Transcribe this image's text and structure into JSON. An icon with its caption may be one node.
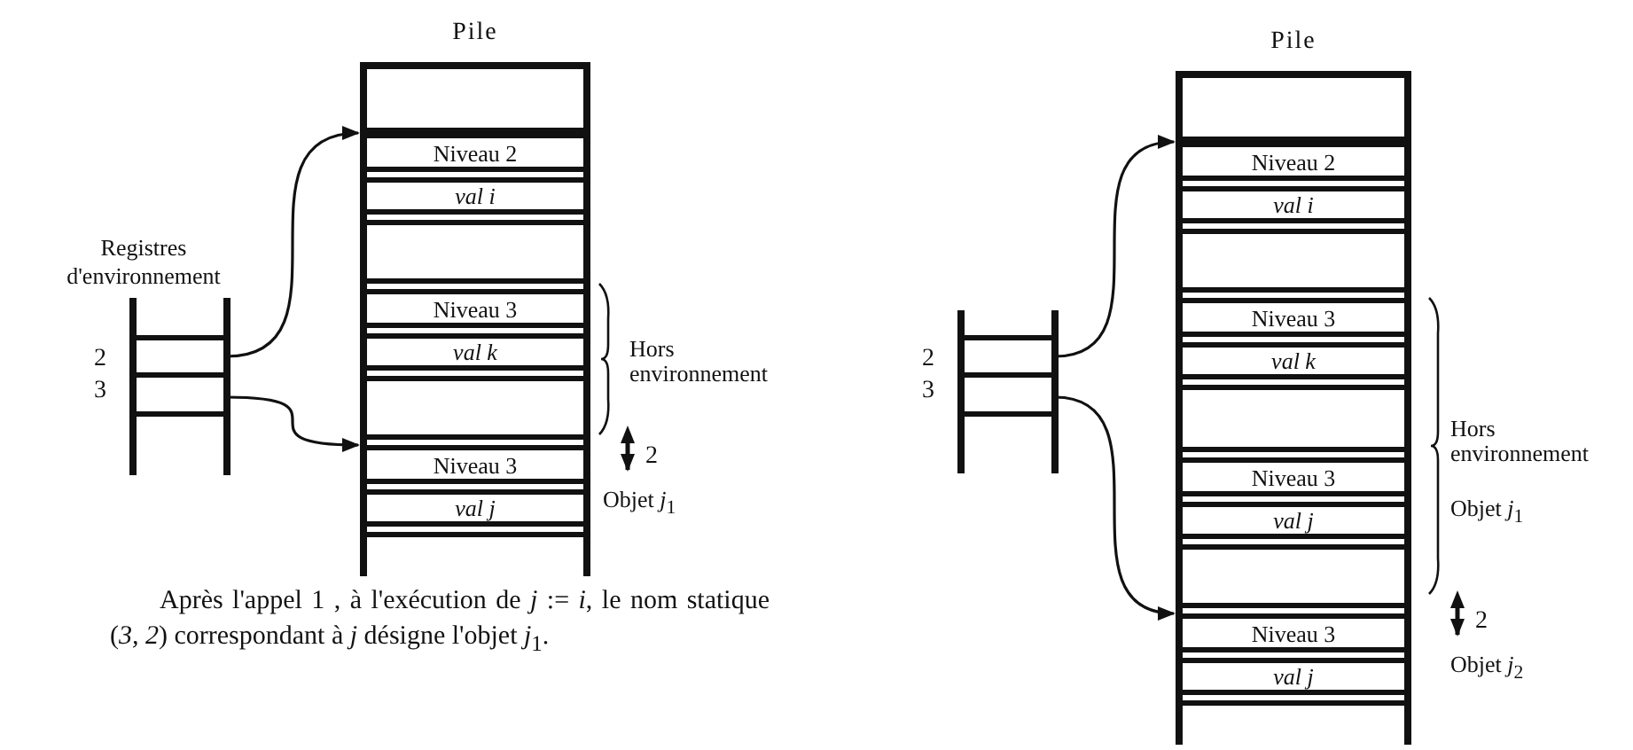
{
  "diagram": {
    "caption": "Après l'appel  1 , à l'exécution de *j* := *i*, le nom statique (*3, 2*) correspondant à *j* désigne l'objet *j*$_{1}$.",
    "nodes": [
      {
        "text": [
          "Pile"
        ]
      },
      {
        "text": [],
        "shape": "box",
        "in": 0
      },
      {
        "text": [
          "Niveau 2"
        ],
        "in": 0
      },
      {
        "text": [
          "val i"
        ],
        "in": 0
      },
      {
        "text": [],
        "shape": "box",
        "in": 0
      },
      {
        "text": [
          "Niveau 3"
        ],
        "in": 0
      },
      {
        "text": [
          "val k"
        ],
        "in": 0
      },
      {
        "text": [],
        "shape": "box",
        "in": 0
      },
      {
        "text": [
          "Niveau 3"
        ],
        "in": 0
      },
      {
        "text": [
          "val j"
        ],
        "in": 0
      },
      {
        "text": [],
        "shape": "box",
        "in": 0
      },
      {
        "text": [
          "Registres d'environnement"
        ]
      },
      {
        "text": [],
        "shape": "box",
        "in": 11,
        "beside": [
          "2"
        ]
      },
      {
        "text": [],
        "shape": "box",
        "in": 11,
        "beside": [
          "3"
        ]
      },
      {
        "text": [
          "Pile"
        ]
      },
      {
        "text": [],
        "shape": "box",
        "in": 14
      },
      {
        "text": [
          "Niveau 2"
        ],
        "in": 14
      },
      {
        "text": [
          "val i"
        ],
        "in": 14
      },
      {
        "text": [],
        "shape": "box",
        "in": 14
      },
      {
        "text": [
          "Niveau 3"
        ],
        "in": 14
      },
      {
        "text": [
          "val k"
        ],
        "in": 14
      },
      {
        "text": [],
        "shape": "box",
        "in": 14
      },
      {
        "text": [
          "Niveau 3"
        ],
        "in": 14
      },
      {
        "text": [
          "val j"
        ],
        "in": 14
      },
      {
        "text": [],
        "shape": "box",
        "in": 14
      },
      {
        "text": [
          "Niveau 3"
        ],
        "in": 14
      },
      {
        "text": [
          "val j"
        ],
        "in": 14
      },
      {
        "text": [],
        "shape": "box",
        "in": 14
      },
      {
        "text": [],
        "shape": "box"
      },
      {
        "text": [],
        "shape": "box",
        "in": 28,
        "beside": [
          "2"
        ]
      },
      {
        "text": [],
        "shape": "box",
        "in": 28,
        "beside": [
          "3"
        ]
      }
    ],
    "edges": [
      {
        "from": 12,
        "to": 2,
        "arrow": "to"
      },
      {
        "from": 13,
        "to": 8,
        "arrow": "to"
      },
      {
        "from": 29,
        "to": 16,
        "arrow": "to"
      },
      {
        "from": 30,
        "to": 25,
        "arrow": "to"
      }
    ],
    "labels": [
      "Hors environnement",
      "2",
      "Objet *j*$_{1}$",
      "Hors environnement",
      "Objet *j*$_{1}$",
      "2",
      "Objet *j*$_{2}$"
    ]
  }
}
